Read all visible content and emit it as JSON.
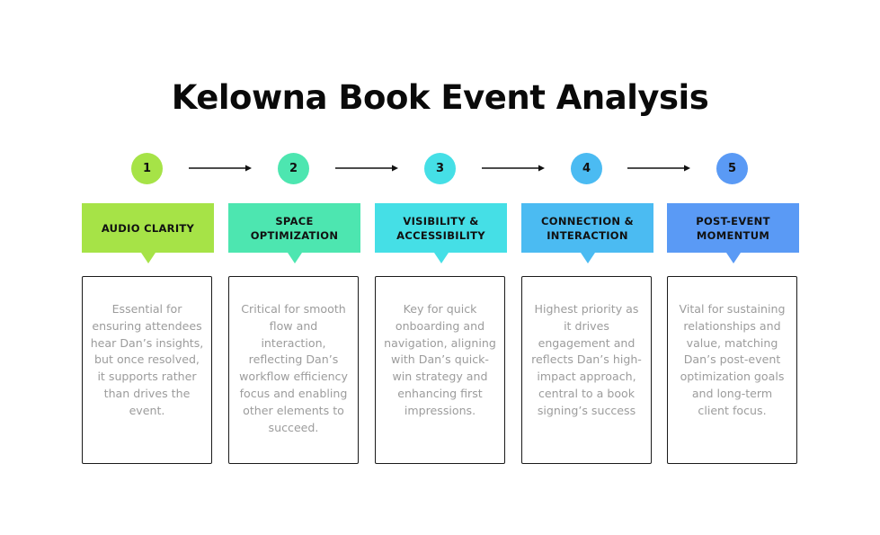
{
  "title": "Kelowna Book Event Analysis",
  "steps": [
    {
      "number": "1",
      "label": "AUDIO CLARITY",
      "color": "#a6e347",
      "description": "Essential for ensuring attendees hear Dan’s insights, but once resolved, it supports rather than drives the event."
    },
    {
      "number": "2",
      "label": "SPACE OPTIMIZATION",
      "color": "#4de6b0",
      "description": "Critical for smooth flow and interaction, reflecting Dan’s workflow efficiency focus and enabling other elements to succeed."
    },
    {
      "number": "3",
      "label": "VISIBILITY & ACCESSIBILITY",
      "color": "#45dfe6",
      "description": "Key for quick onboarding and navigation, aligning with Dan’s quick-win strategy and enhancing first impressions."
    },
    {
      "number": "4",
      "label": "CONNECTION & INTERACTION",
      "color": "#4bbbf2",
      "description": "Highest priority as it drives engagement and reflects Dan’s high-impact approach, central to a book signing’s success"
    },
    {
      "number": "5",
      "label": "POST-EVENT MOMENTUM",
      "color": "#5a9af5",
      "description": "Vital for sustaining relationships and value, matching Dan’s post-event optimization goals and long-term client focus."
    }
  ]
}
